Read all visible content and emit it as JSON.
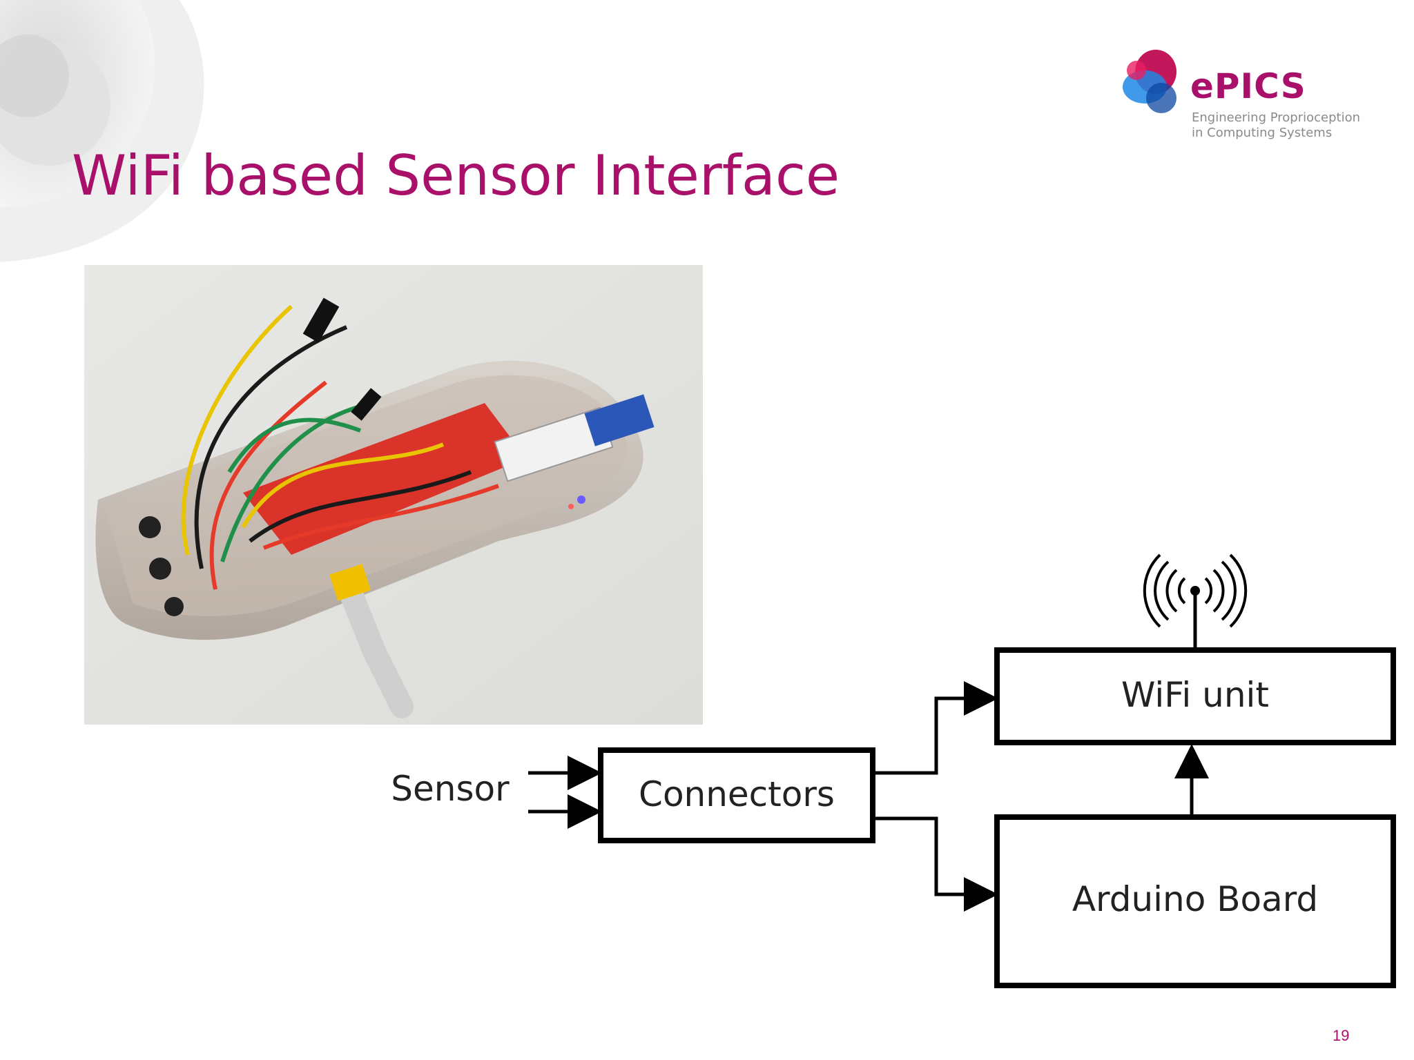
{
  "slide": {
    "title": "WiFi based Sensor Interface",
    "page_number": "19"
  },
  "logo": {
    "name": "ePICS",
    "tagline_line1": "Engineering Proprioception",
    "tagline_line2": "in Computing Systems"
  },
  "diagram": {
    "input_label": "Sensor",
    "boxes": {
      "connectors": "Connectors",
      "wifi_unit": "WiFi unit",
      "arduino_board": "Arduino Board"
    }
  },
  "colors": {
    "accent": "#a8106a",
    "line": "#000000"
  }
}
